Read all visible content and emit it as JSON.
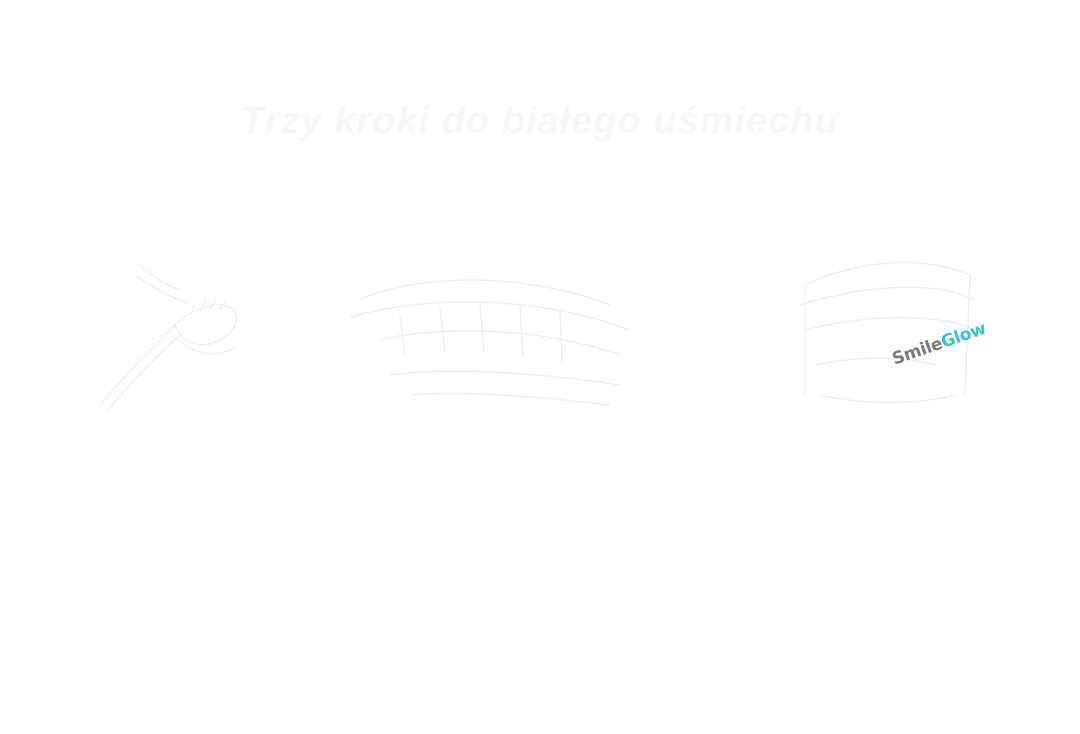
{
  "page": {
    "headline": "Trzy kroki do białego uśmiechu"
  },
  "steps": [
    {
      "icon": "toothbrush-sketch-icon",
      "text": ""
    },
    {
      "icon": "teeth-tray-sketch-icon",
      "text": ""
    },
    {
      "icon": "whitening-kit-sketch-icon",
      "text": ""
    }
  ],
  "brand": {
    "part1": "Smile",
    "part2": "Glow",
    "color_primary": "#7a7a7a",
    "color_accent": "#36c3c9"
  }
}
